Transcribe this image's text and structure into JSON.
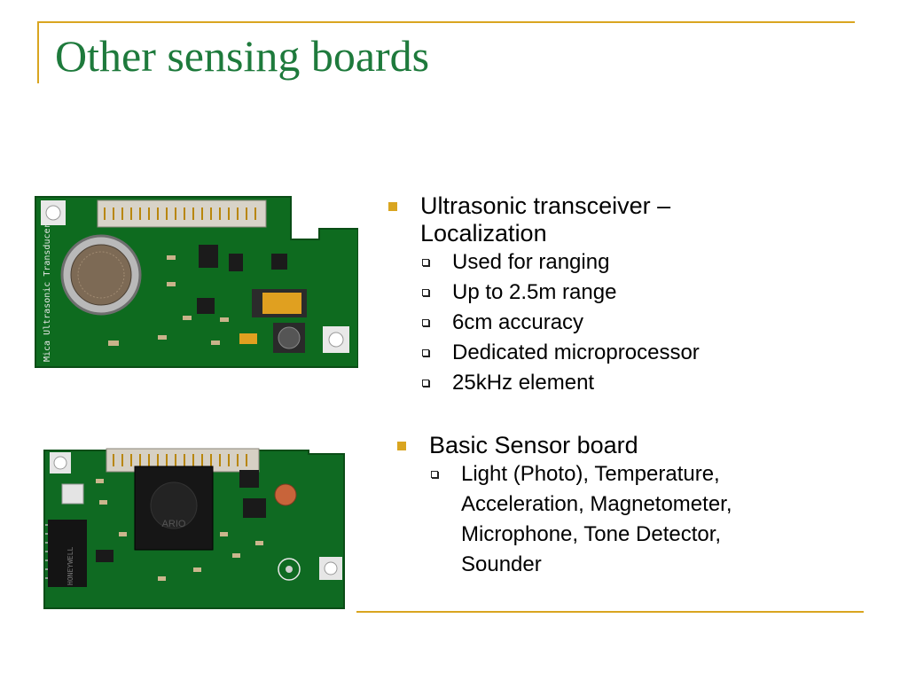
{
  "slide": {
    "title": "Other sensing boards",
    "colors": {
      "title": "#1e7a3c",
      "accent": "#d9a520",
      "pcb": "#0e6b1f"
    },
    "sections": [
      {
        "heading": "Ultrasonic transceiver – Localization",
        "items": [
          "Used for ranging",
          "Up to 2.5m range",
          "6cm accuracy",
          "Dedicated microprocessor",
          "25kHz element"
        ]
      },
      {
        "heading": "Basic Sensor board",
        "items": [
          "Light (Photo), Temperature, Acceleration, Magnetometer, Microphone, Tone Detector, Sounder"
        ]
      }
    ],
    "photos": [
      {
        "name": "ultrasonic-board-photo",
        "silkscreen": "Mica Ultrasonic Transducer"
      },
      {
        "name": "sensor-board-photo",
        "chip_labels": [
          "ARIO",
          "HONEYWELL"
        ]
      }
    ]
  }
}
